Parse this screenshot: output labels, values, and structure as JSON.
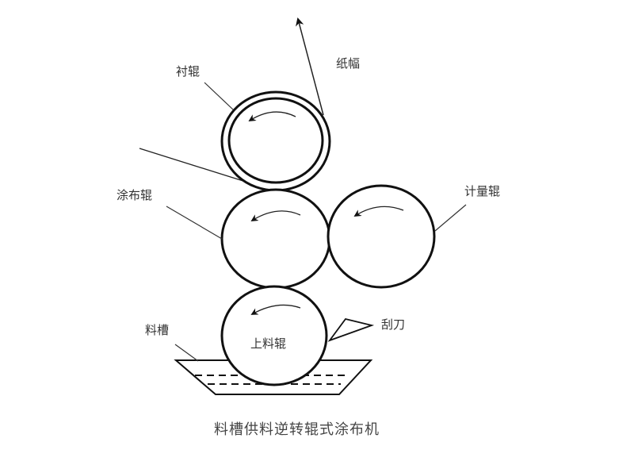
{
  "diagram": {
    "caption": "料槽供料逆转辊式涂布机",
    "labels": {
      "backing_roll": "衬辊",
      "paper_web": "纸幅",
      "coating_roll": "涂布辊",
      "metering_roll": "计量辊",
      "pickup_roll": "上料辊",
      "doctor_blade": "刮刀",
      "trough": "料槽"
    },
    "components": [
      {
        "id": "backing_roll",
        "shape": "double-circle",
        "rotation": "counterclockwise"
      },
      {
        "id": "coating_roll",
        "shape": "circle",
        "rotation": "counterclockwise"
      },
      {
        "id": "metering_roll",
        "shape": "circle",
        "rotation": "counterclockwise"
      },
      {
        "id": "pickup_roll",
        "shape": "circle",
        "rotation": "counterclockwise"
      },
      {
        "id": "doctor_blade",
        "shape": "triangle"
      },
      {
        "id": "trough",
        "shape": "trapezoid",
        "liquid_level": "dashed-lines"
      }
    ],
    "colors": {
      "stroke": "#111111",
      "text": "#333333",
      "background": "#ffffff"
    }
  }
}
